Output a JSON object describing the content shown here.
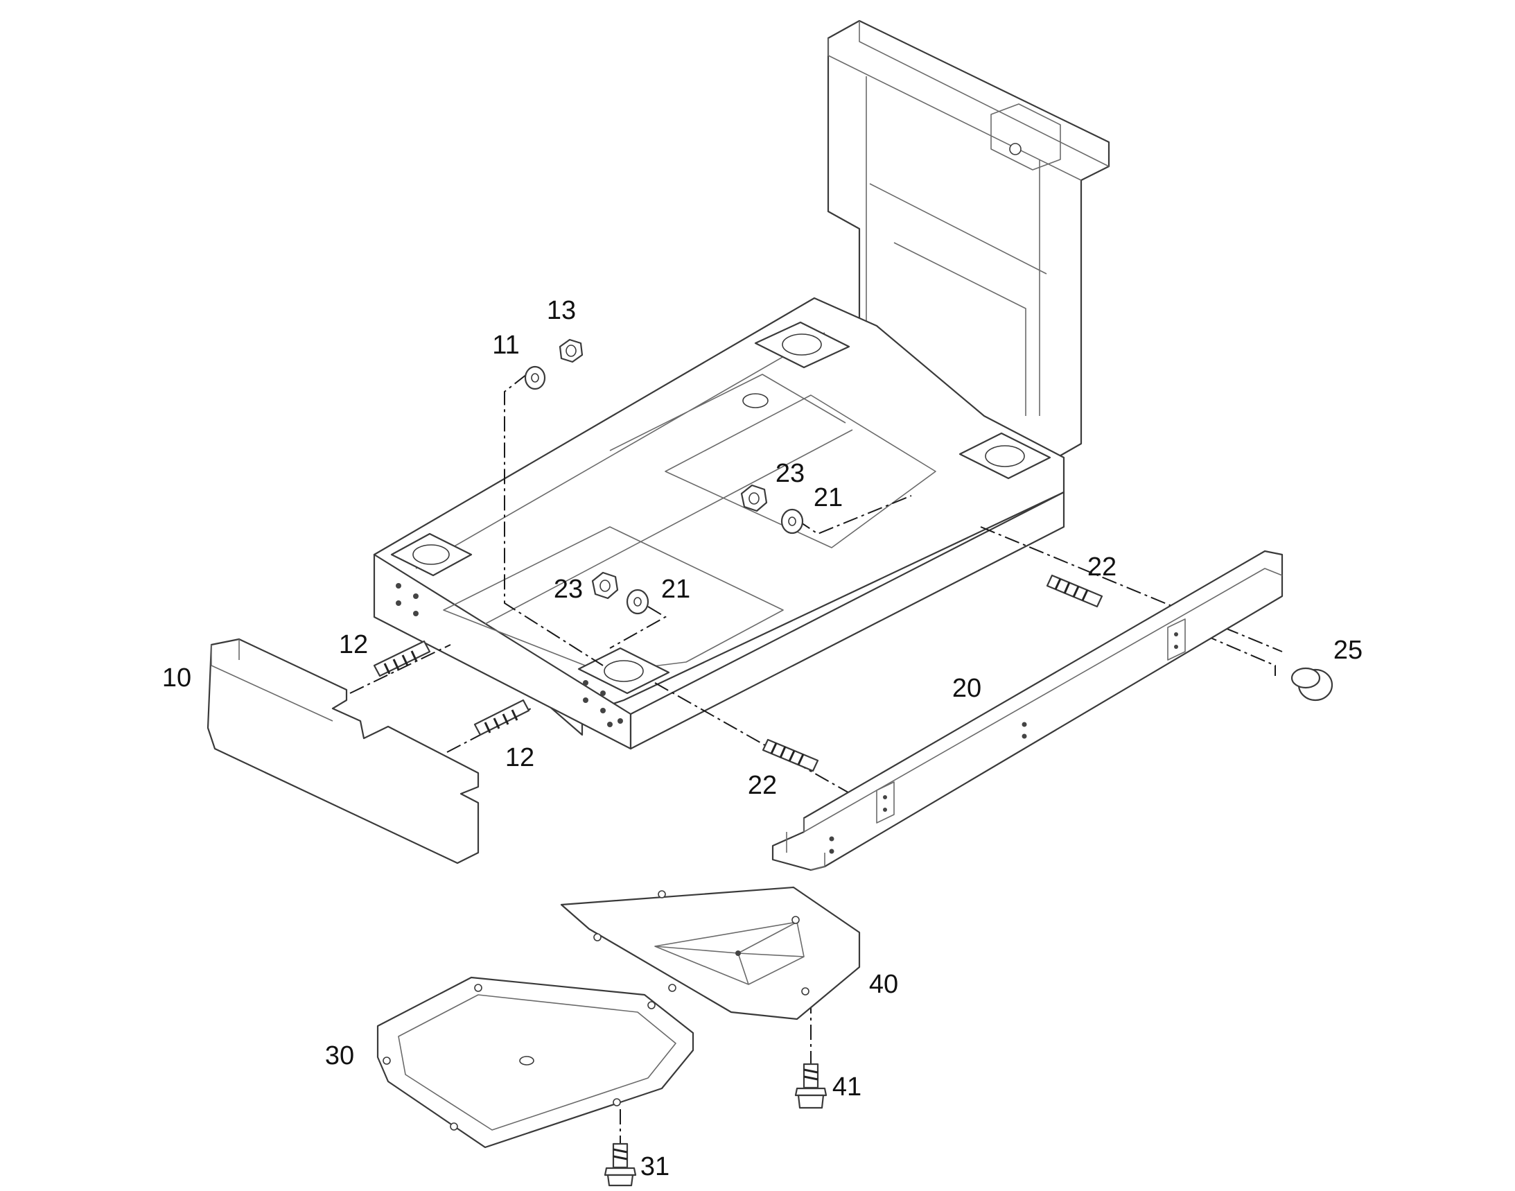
{
  "callouts": [
    {
      "id": "c13a",
      "label": "13"
    },
    {
      "id": "c11a",
      "label": "11"
    },
    {
      "id": "c23a",
      "label": "23"
    },
    {
      "id": "c21a",
      "label": "21"
    },
    {
      "id": "c22a",
      "label": "22"
    },
    {
      "id": "c23b",
      "label": "23"
    },
    {
      "id": "c21b",
      "label": "21"
    },
    {
      "id": "c12a",
      "label": "12"
    },
    {
      "id": "c10a",
      "label": "10"
    },
    {
      "id": "c20a",
      "label": "20"
    },
    {
      "id": "c25a",
      "label": "25"
    },
    {
      "id": "c12b",
      "label": "12"
    },
    {
      "id": "c22b",
      "label": "22"
    },
    {
      "id": "c40a",
      "label": "40"
    },
    {
      "id": "c30a",
      "label": "30"
    },
    {
      "id": "c41a",
      "label": "41"
    },
    {
      "id": "c31a",
      "label": "31"
    }
  ],
  "colors": {
    "line": "#3a3a3a",
    "text": "#111111",
    "background": "#ffffff"
  }
}
